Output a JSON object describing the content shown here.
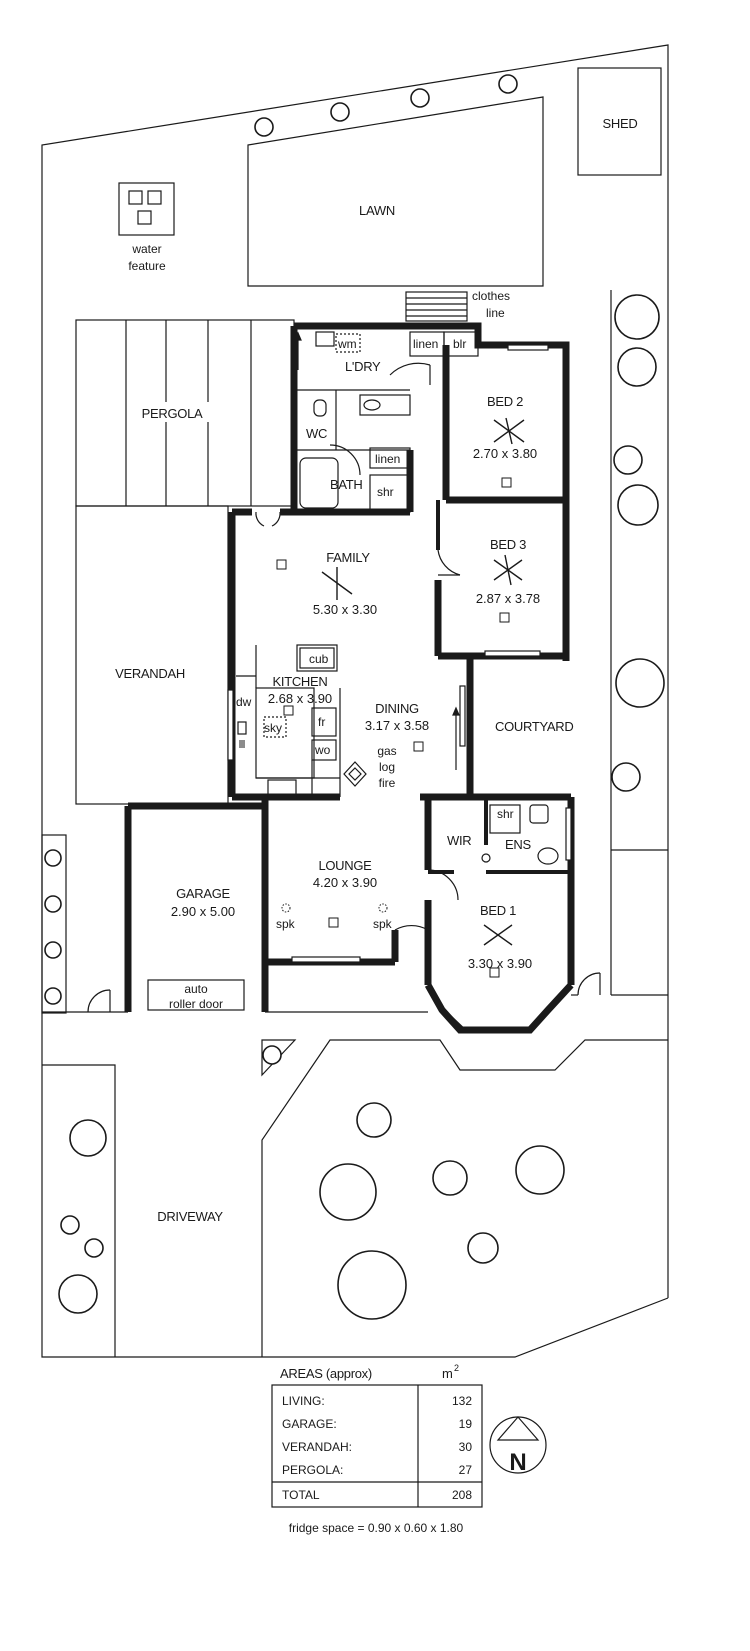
{
  "site": {
    "shed": "SHED",
    "lawn": "LAWN",
    "water_feature": [
      "water",
      "feature"
    ],
    "clothes_line": [
      "clothes",
      "line"
    ],
    "pergola": "PERGOLA",
    "verandah": "VERANDAH",
    "courtyard": "COURTYARD",
    "driveway": "DRIVEWAY"
  },
  "rooms": {
    "laundry": "L'DRY",
    "wm": "wm",
    "linen_a": "linen",
    "blr": "blr",
    "wc": "WC",
    "bath": "BATH",
    "linen_b": "linen",
    "shr_bath": "shr",
    "bed2": {
      "name": "BED 2",
      "size": "2.70 x 3.80"
    },
    "bed3": {
      "name": "BED 3",
      "size": "2.87 x 3.78"
    },
    "family": {
      "name": "FAMILY",
      "size": "5.30 x 3.30"
    },
    "kitchen": {
      "name": "KITCHEN",
      "size": "2.68 x 3.90"
    },
    "cub": "cub",
    "dw": "dw",
    "sky": "sky",
    "fr": "fr",
    "wo": "wo",
    "dining": {
      "name": "DINING",
      "size": "3.17 x 3.58"
    },
    "gas_log_fire": [
      "gas",
      "log",
      "fire"
    ],
    "wir": "WIR",
    "shr_ens": "shr",
    "ens": "ENS",
    "garage": {
      "name": "GARAGE",
      "size": "2.90 x 5.00"
    },
    "roller_door": [
      "auto",
      "roller door"
    ],
    "lounge": {
      "name": "LOUNGE",
      "size": "4.20 x 3.90"
    },
    "spk_left": "spk",
    "spk_right": "spk",
    "bed1": {
      "name": "BED 1",
      "size": "3.30 x 3.90"
    }
  },
  "areas": {
    "heading": "AREAS (approx)",
    "unit": "m",
    "unit_sup": "2",
    "rows": [
      {
        "label": "LIVING:",
        "value": "132"
      },
      {
        "label": "GARAGE:",
        "value": "19"
      },
      {
        "label": "VERANDAH:",
        "value": "30"
      },
      {
        "label": "PERGOLA:",
        "value": "27"
      }
    ],
    "total": {
      "label": "TOTAL",
      "value": "208"
    }
  },
  "north": "N",
  "fridge_note": "fridge space = 0.90 x 0.60 x 1.80"
}
